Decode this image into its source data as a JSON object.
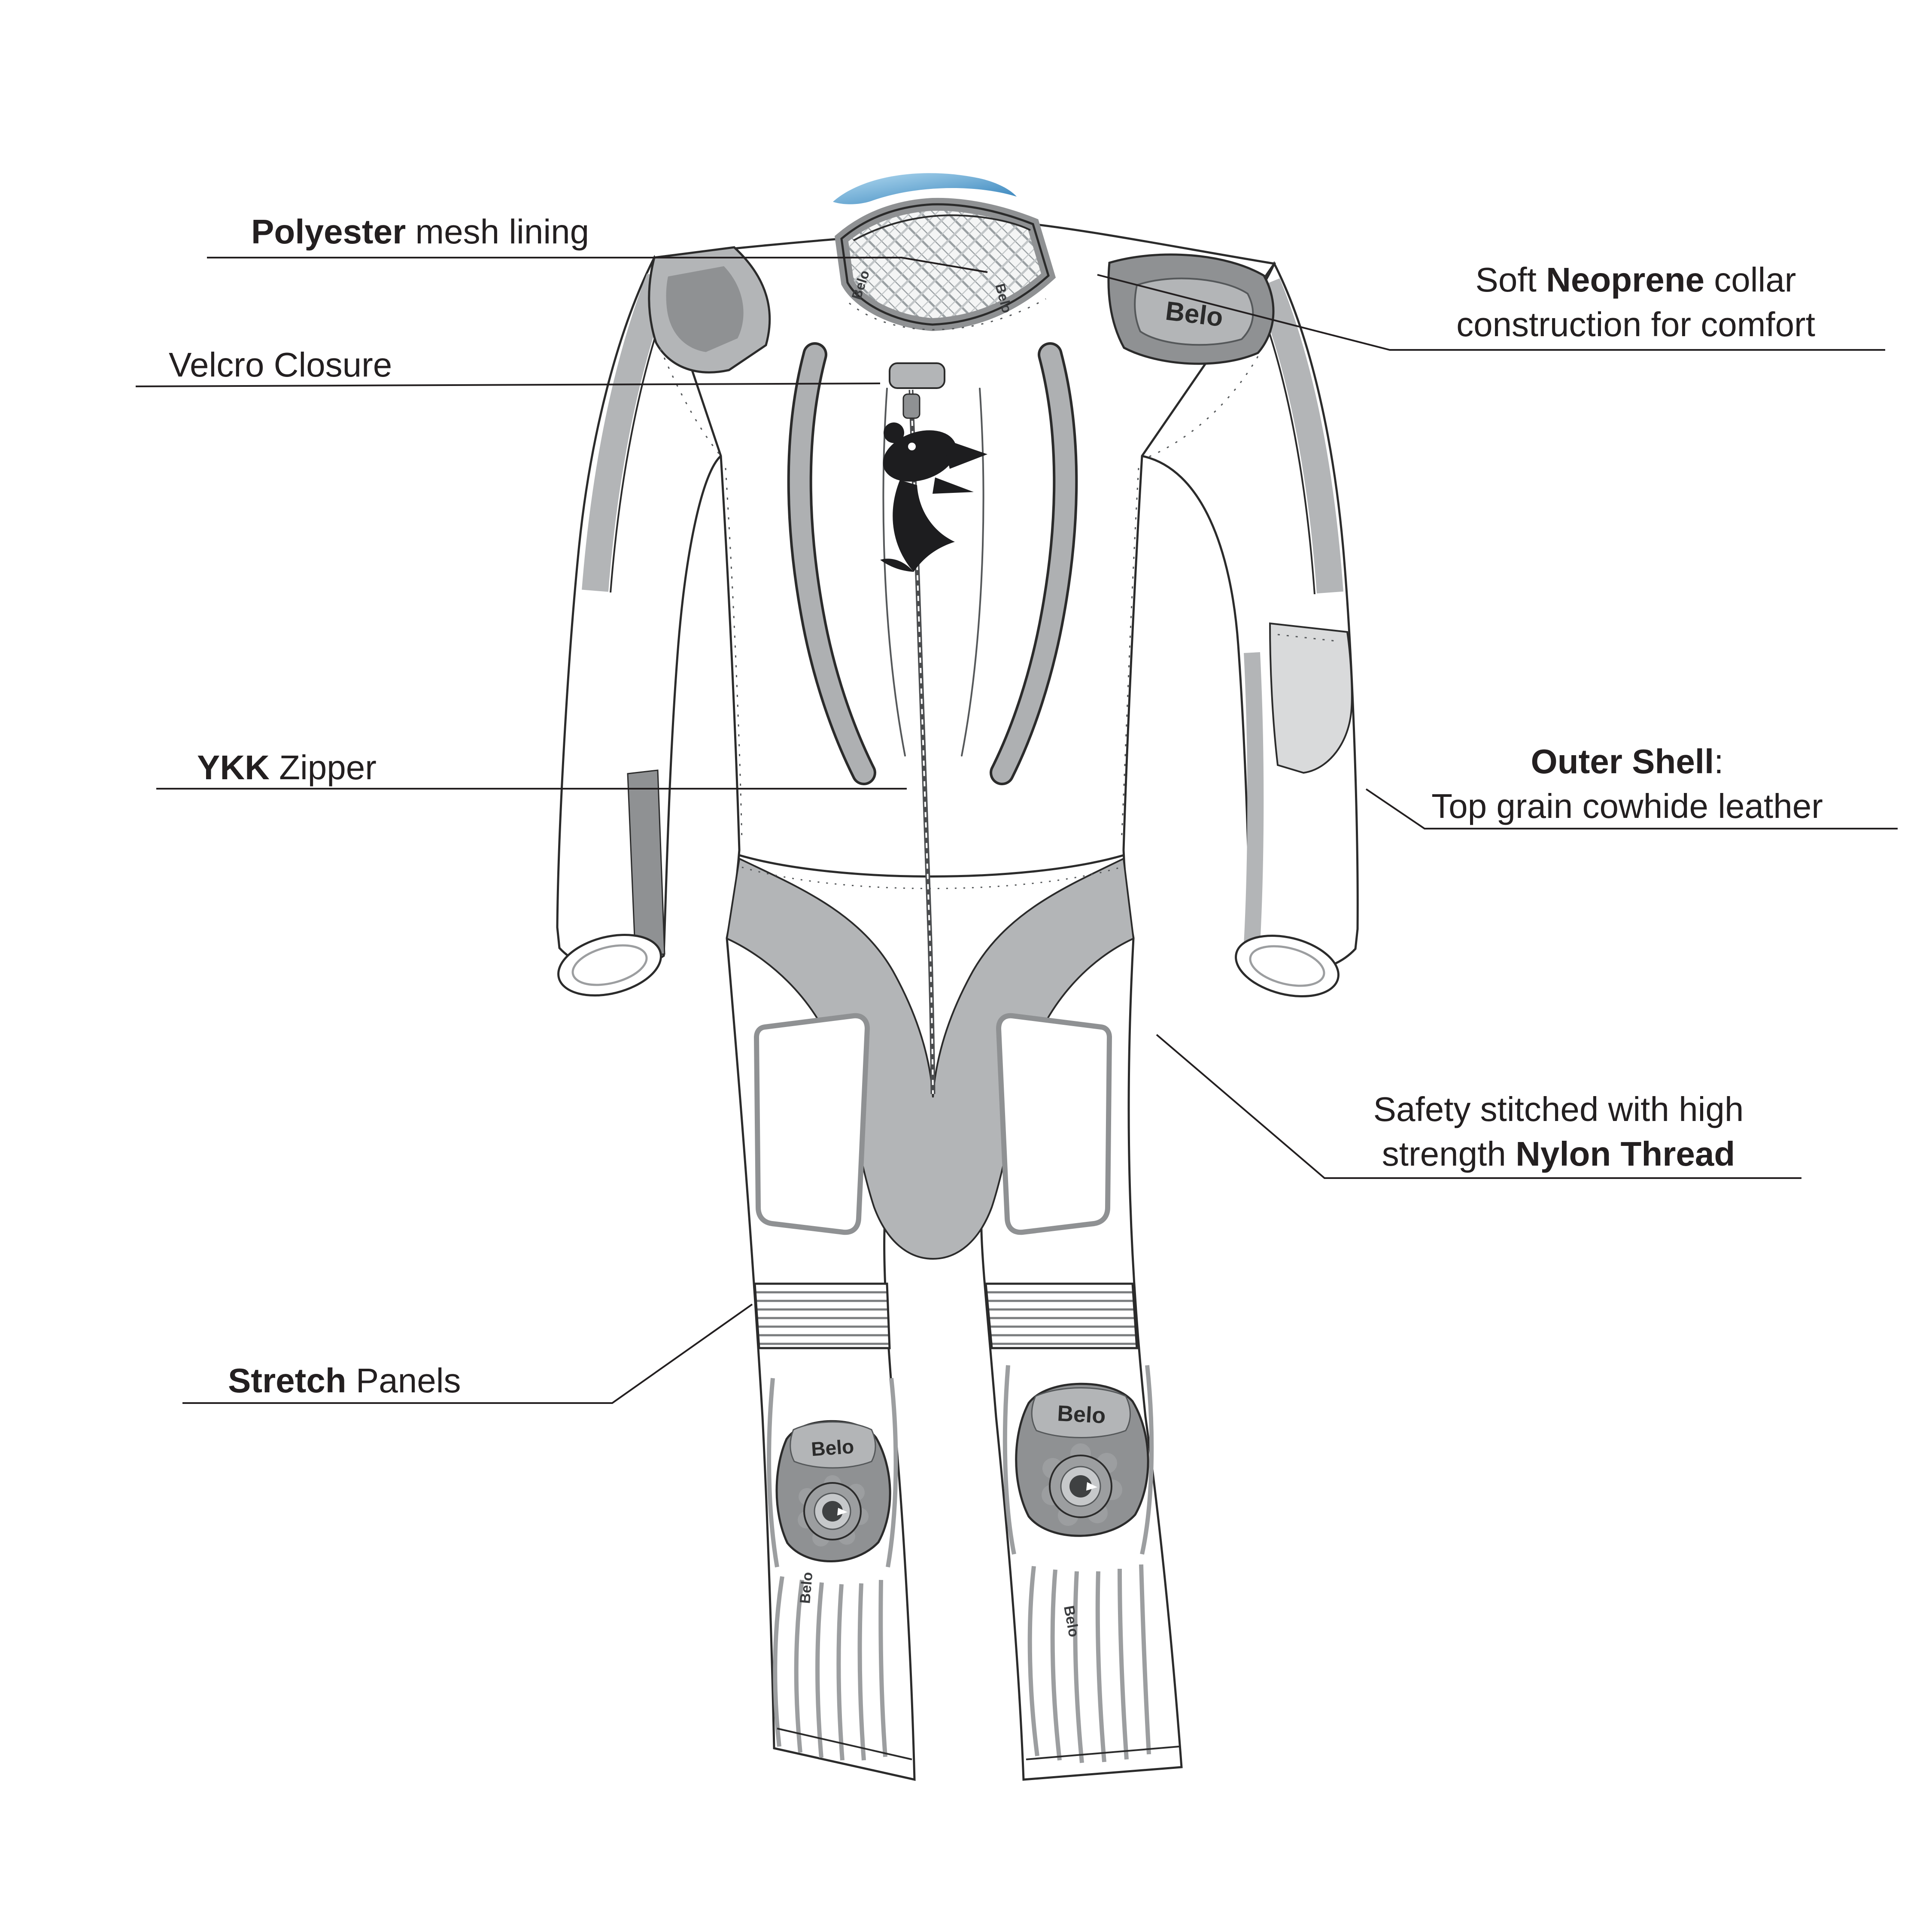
{
  "page": {
    "background": "#ffffff",
    "ink": "#231f20"
  },
  "brand": {
    "name": "Belo",
    "logo": "bear-head"
  },
  "colors": {
    "outline": "#2b2b2b",
    "panel_gray": "#b3b5b7",
    "panel_gray_dark": "#8f9193",
    "panel_gray_light": "#d9dadb",
    "stripe_gray": "#9c9ea0",
    "mesh_gray": "#9aa0a3",
    "swoosh_blue_dark": "#2f7fb9",
    "swoosh_blue_light": "#b5dcf2"
  },
  "callouts": {
    "polyester": {
      "bold": "Polyester",
      "rest": " mesh lining"
    },
    "velcro": {
      "text": "Velcro Closure"
    },
    "ykk": {
      "bold": "YKK",
      "rest": " Zipper"
    },
    "stretch": {
      "bold": "Stretch",
      "rest": " Panels"
    },
    "neoprene": {
      "pre": "Soft ",
      "bold": "Neoprene",
      "post": " collar",
      "line2": "construction for comfort"
    },
    "outer_shell": {
      "bold": "Outer Shell",
      "post": ":",
      "line2": "Top grain cowhide leather"
    },
    "nylon_thread": {
      "line1": "Safety stitched with high",
      "pre2": "strength ",
      "bold2": "Nylon Thread"
    }
  }
}
